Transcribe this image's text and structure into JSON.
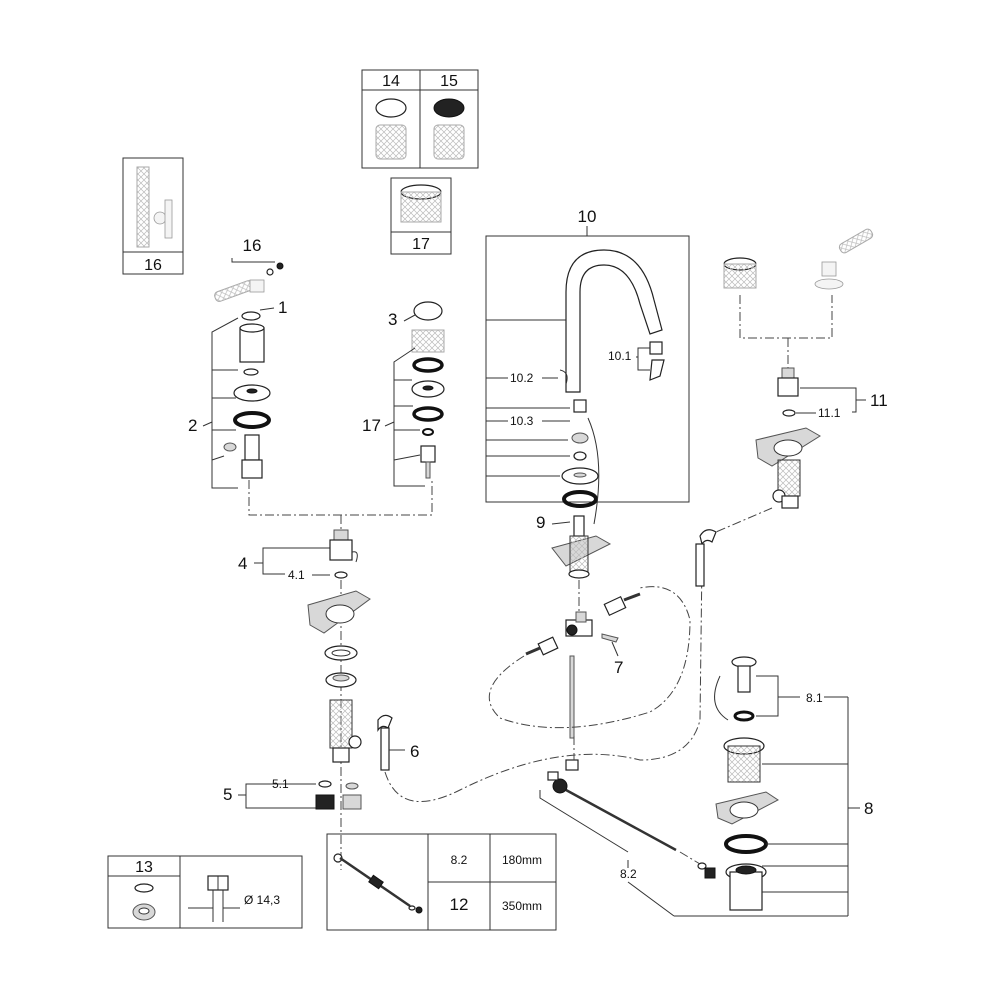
{
  "labels": {
    "l1": "1",
    "l2": "2",
    "l3": "3",
    "l4": "4",
    "l41": "4.1",
    "l5": "5",
    "l51": "5.1",
    "l6": "6",
    "l7": "7",
    "l8": "8",
    "l81": "8.1",
    "l82": "8.2",
    "l9": "9",
    "l10": "10",
    "l101": "10.1",
    "l102": "10.2",
    "l103": "10.3",
    "l11": "11",
    "l111": "11.1",
    "l16": "16",
    "l17": "17"
  },
  "boxes": {
    "box14": "14",
    "box15": "15",
    "box16": "16",
    "box17": "17",
    "box13": "13"
  },
  "spec_table": {
    "row1_code": "8.2",
    "row1_len": "180mm",
    "row2_code": "12",
    "row2_len": "350mm"
  },
  "hole_spec": "Ø 14,3"
}
